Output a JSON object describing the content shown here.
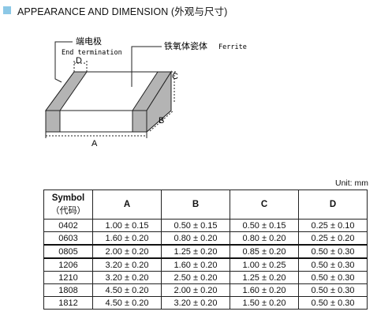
{
  "section": {
    "title": "APPEARANCE AND DIMENSION (外观与尺寸)"
  },
  "drawing": {
    "end_termination_cn": "端电极",
    "end_termination_en": "End termination",
    "ferrite_cn": "铁氧体瓷体",
    "ferrite_en": "Ferrite",
    "label_a": "A",
    "label_b": "B",
    "label_c": "C",
    "label_d": "D"
  },
  "table": {
    "unit": "Unit: mm",
    "symbol_header": "Symbol",
    "symbol_header_cn": "（代码）",
    "columns": [
      "A",
      "B",
      "C",
      "D"
    ],
    "rows": [
      {
        "symbol": "0402",
        "a": "1.00 ± 0.15",
        "b": "0.50 ± 0.15",
        "c": "0.50 ± 0.15",
        "d": "0.25 ± 0.10"
      },
      {
        "symbol": "0603",
        "a": "1.60 ± 0.20",
        "b": "0.80 ± 0.20",
        "c": "0.80 ± 0.20",
        "d": "0.25 ± 0.20"
      },
      {
        "symbol": "0805",
        "a": "2.00 ± 0.20",
        "b": "1.25 ± 0.20",
        "c": "0.85 ± 0.20",
        "d": "0.50 ± 0.30"
      },
      {
        "symbol": "1206",
        "a": "3.20 ± 0.20",
        "b": "1.60 ± 0.20",
        "c": "1.00 ± 0.25",
        "d": "0.50 ± 0.30"
      },
      {
        "symbol": "1210",
        "a": "3.20 ± 0.20",
        "b": "2.50 ± 0.20",
        "c": "1.25 ± 0.20",
        "d": "0.50 ± 0.30"
      },
      {
        "symbol": "1808",
        "a": "4.50 ± 0.20",
        "b": "2.00 ± 0.20",
        "c": "1.60 ± 0.20",
        "d": "0.50 ± 0.30"
      },
      {
        "symbol": "1812",
        "a": "4.50 ± 0.20",
        "b": "3.20 ± 0.20",
        "c": "1.50 ± 0.20",
        "d": "0.50 ± 0.30"
      }
    ]
  }
}
